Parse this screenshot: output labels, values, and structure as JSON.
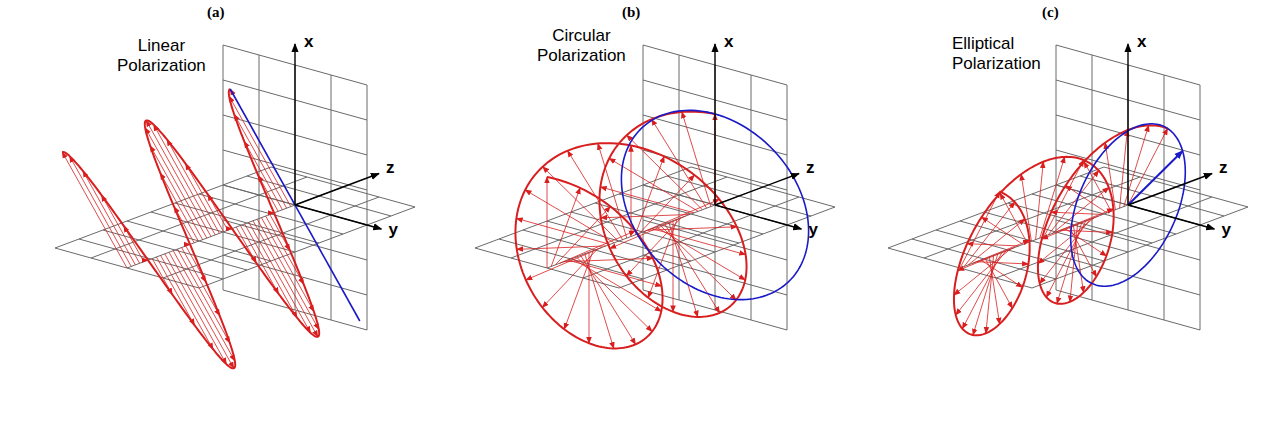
{
  "diagram": {
    "labels": [
      "(a)",
      "Linear Polarization",
      "x",
      "z",
      "y",
      "(b)",
      "Circular Polarization",
      "x",
      "z",
      "y",
      "(c)",
      "Elliptical Polarization",
      "x",
      "z",
      "y"
    ]
  }
}
